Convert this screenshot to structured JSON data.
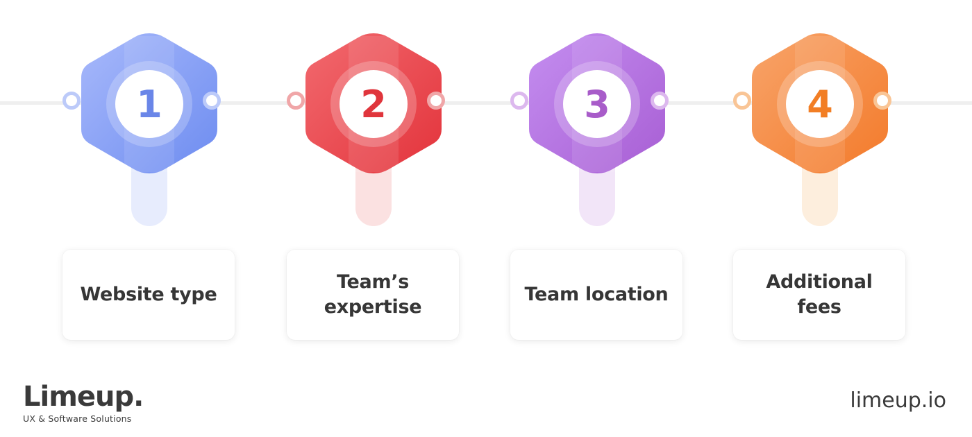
{
  "steps": [
    {
      "number": "1",
      "label": "Website type",
      "color": "#6d8cf0",
      "color_light": "#a8b9fb",
      "stem_color": "#e7ecfd",
      "ring_color": "#bccaf9",
      "text_color": "#6a86e8"
    },
    {
      "number": "2",
      "label": "Team’s expertise",
      "color": "#e3333b",
      "color_light": "#f26a6f",
      "stem_color": "#fbe1e1",
      "ring_color": "#f0a6a8",
      "text_color": "#e0353c"
    },
    {
      "number": "3",
      "label": "Team location",
      "color": "#a85ed4",
      "color_light": "#c48ef0",
      "stem_color": "#f2e5f8",
      "ring_color": "#dcb8ee",
      "text_color": "#a85cc9"
    },
    {
      "number": "4",
      "label": "Additional fees",
      "color": "#f37a2a",
      "color_light": "#f8a46a",
      "stem_color": "#fdeedd",
      "ring_color": "#f9c596",
      "text_color": "#f27e24"
    }
  ],
  "brand": {
    "name": "Limeup.",
    "tagline": "UX & Software Solutions",
    "url": "limeup.io"
  }
}
